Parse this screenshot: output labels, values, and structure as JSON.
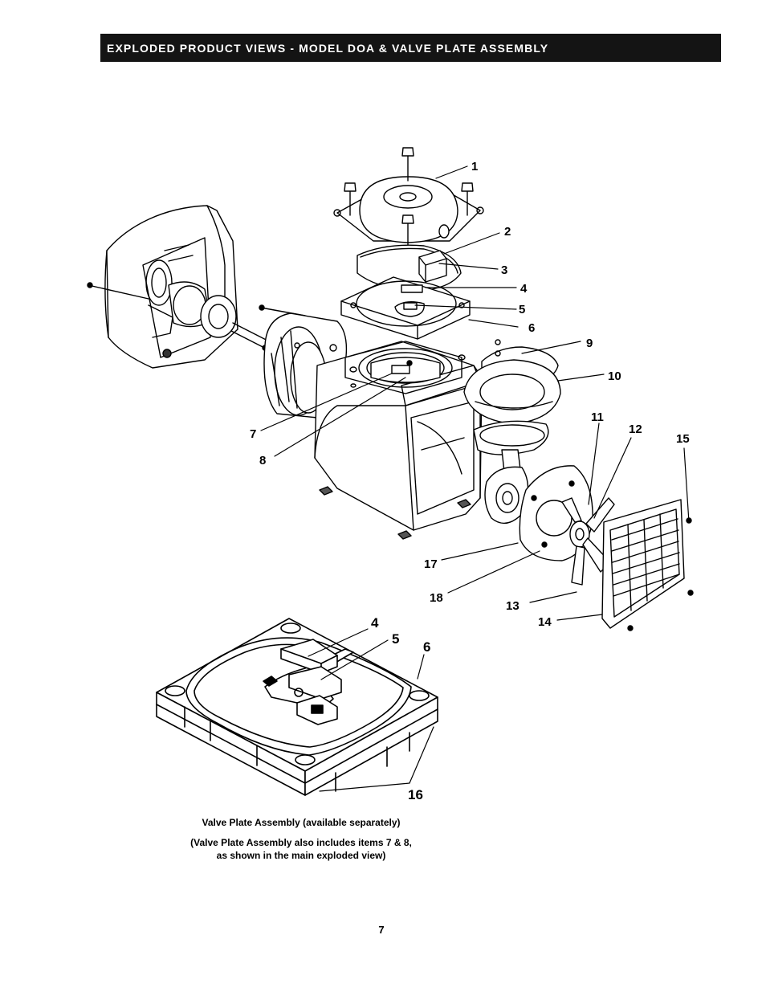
{
  "header": {
    "title": "EXPLODED PRODUCT VIEWS - MODEL DOA & VALVE PLATE ASSEMBLY"
  },
  "callouts": {
    "main": [
      "1",
      "2",
      "3",
      "4",
      "5",
      "6",
      "7",
      "8",
      "9",
      "10",
      "11",
      "12",
      "13",
      "14",
      "15",
      "17",
      "18"
    ],
    "inset": [
      "4",
      "5",
      "6",
      "16"
    ]
  },
  "caption": {
    "line1": "Valve Plate Assembly  (available separately)",
    "line2": "(Valve Plate Assembly also includes items 7 & 8,",
    "line3": "as shown in the main exploded view)"
  },
  "page_number": "7"
}
